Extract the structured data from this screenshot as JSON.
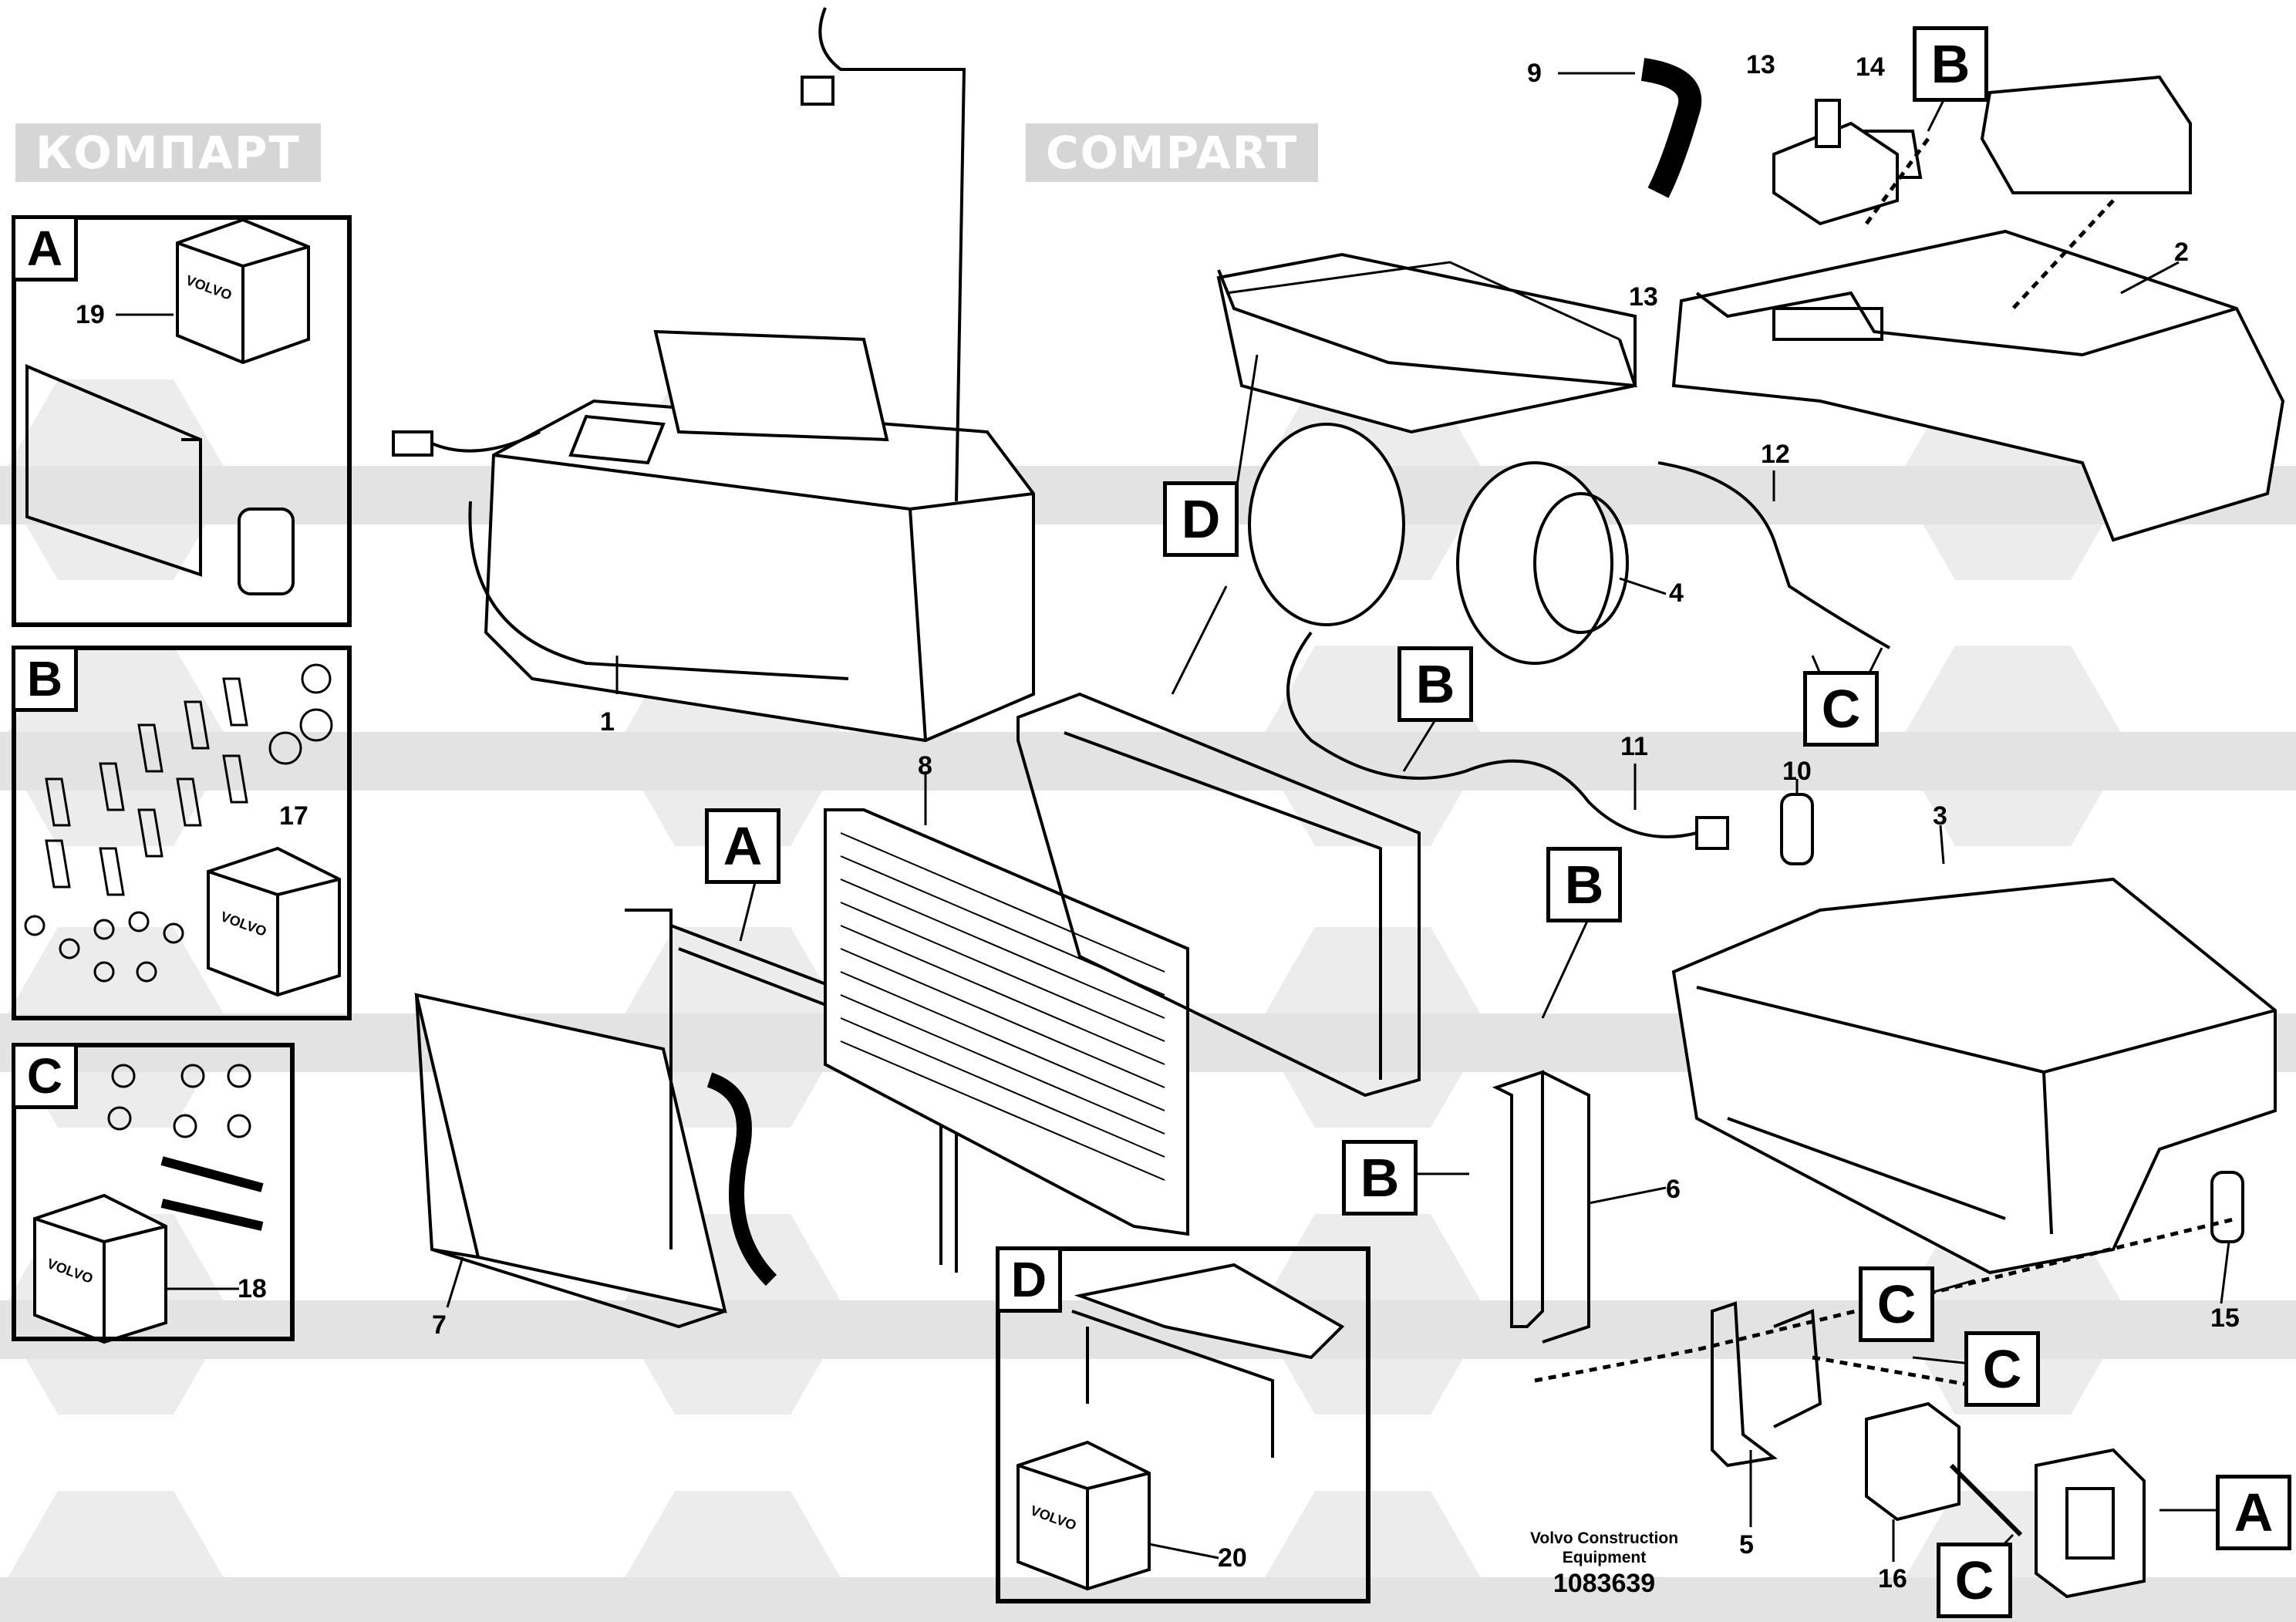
{
  "watermark": {
    "latin": "COMPART",
    "cyrillic": "КОМПАРТ"
  },
  "caption": {
    "maker": "Volvo Construction",
    "maker_line2": "Equipment",
    "drawing_number": "1083639"
  },
  "kit_brand": "VOLVO",
  "callouts": {
    "a": "A",
    "b": "B",
    "c": "C",
    "d": "D"
  },
  "parts": [
    "1",
    "2",
    "3",
    "4",
    "5",
    "6",
    "7",
    "8",
    "9",
    "10",
    "11",
    "12",
    "13",
    "13",
    "14",
    "15",
    "16",
    "17",
    "18",
    "19",
    "20"
  ]
}
